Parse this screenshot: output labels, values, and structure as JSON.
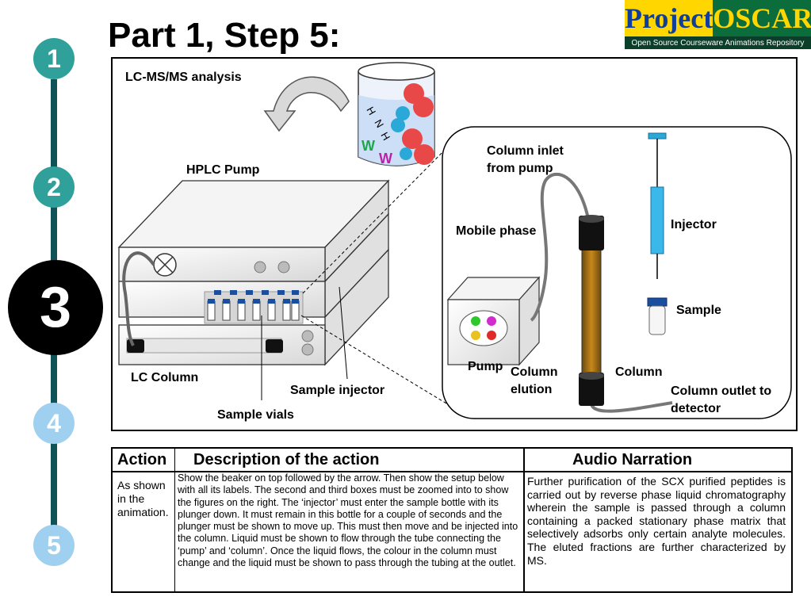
{
  "title": "Part 1, Step 5:",
  "logo": {
    "word1": "Project",
    "word2": "OSCAR",
    "subtitle": "Open Source Courseware Animations Repository"
  },
  "steps": [
    {
      "number": "1",
      "color": "#2fa19a",
      "active": false
    },
    {
      "number": "2",
      "color": "#2fa19a",
      "active": false
    },
    {
      "number": "3",
      "color": "#000000",
      "active": true
    },
    {
      "number": "4",
      "color": "#9fd0f0",
      "active": false
    },
    {
      "number": "5",
      "color": "#9fd0f0",
      "active": false
    }
  ],
  "diagram": {
    "section_label": "LC-MS/MS analysis",
    "labels": {
      "hplc_pump": "HPLC Pump",
      "lc_column": "LC Column",
      "sample_injector": "Sample injector",
      "sample_vials": "Sample vials",
      "column_inlet": "Column inlet",
      "column_inlet_2": "from pump",
      "mobile_phase": "Mobile phase",
      "injector": "Injector",
      "sample": "Sample",
      "pump": "Pump",
      "column_elution": "Column",
      "column_elution_2": "elution",
      "column": "Column",
      "column_outlet": "Column outlet to",
      "column_outlet_2": "detector"
    }
  },
  "table": {
    "headers": {
      "action": "Action",
      "description": "Description of the action",
      "narration": "Audio Narration"
    },
    "action_text": "As shown in the animation.",
    "description_text": "Show the beaker on top followed by the arrow. Then show the setup below with all its labels. The second and third boxes must be zoomed into to show the figures on the right. The ‘injector’ must enter the sample bottle with its plunger down. It must remain in this bottle for a couple of seconds and the plunger must be shown to move up. This must then move and be injected into the column. Liquid must be shown to flow through the tube connecting the ‘pump’ and ‘column’. Once the liquid flows, the colour in the column must change and the liquid must be shown to pass through the tubing at the outlet.",
    "narration_text": "Further purification of the SCX purified peptides is carried out by reverse phase liquid chromatography wherein the sample is passed through a column containing a packed stationary phase matrix that selectively adsorbs only certain analyte molecules. The eluted fractions are further characterized by MS."
  }
}
